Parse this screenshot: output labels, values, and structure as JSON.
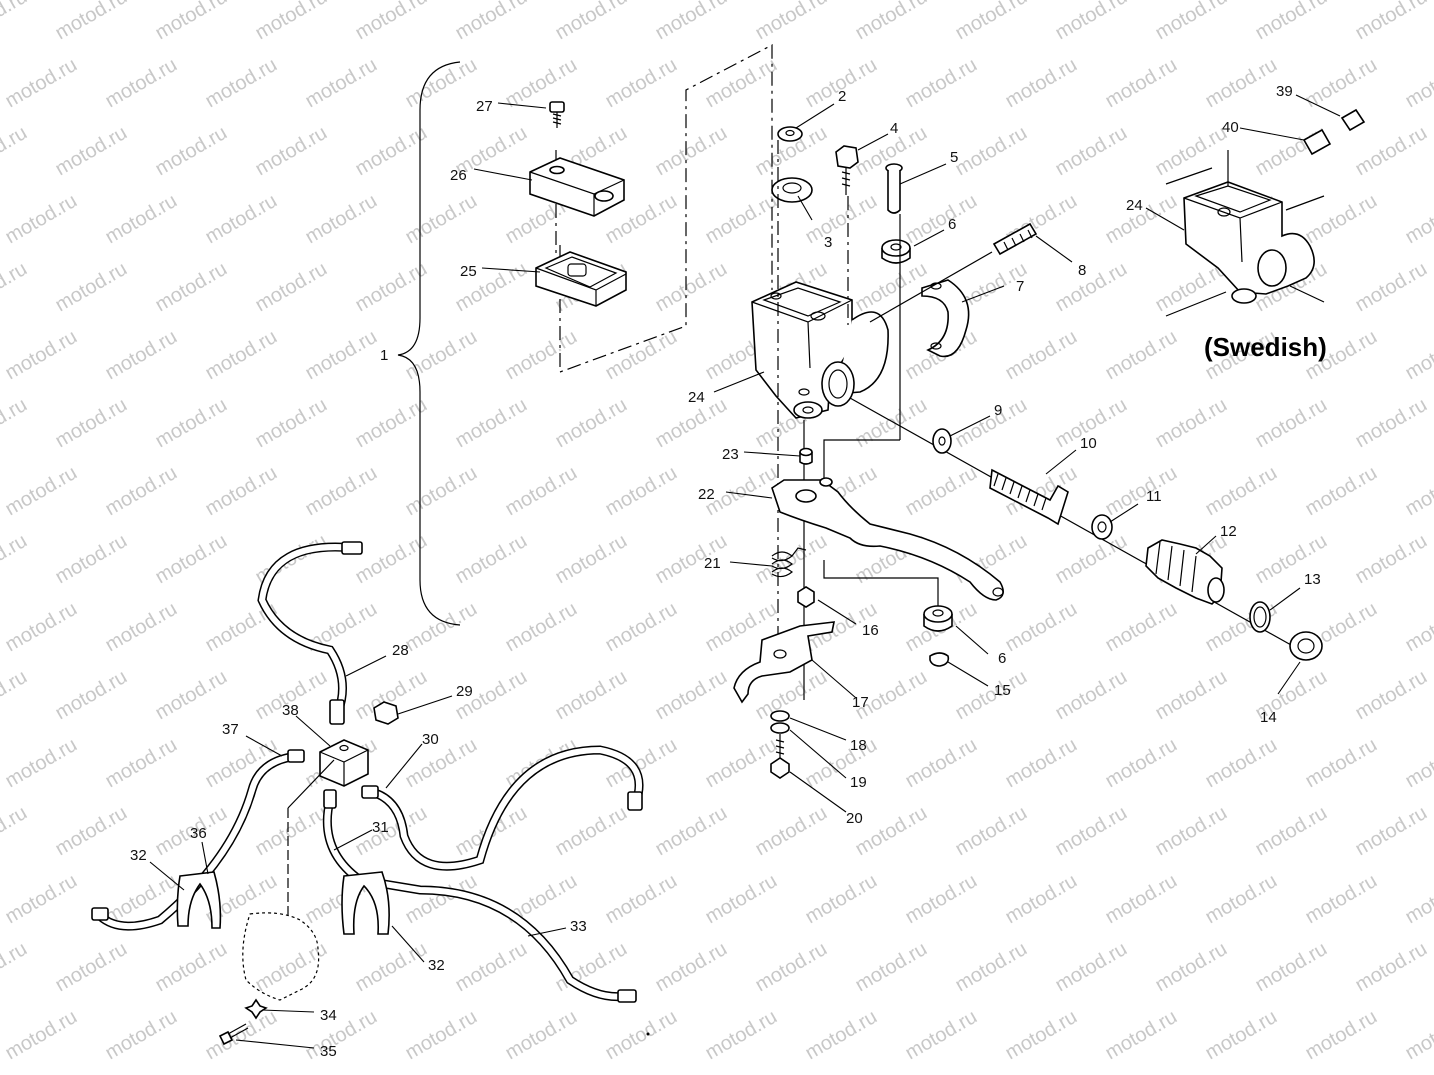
{
  "diagram": {
    "watermark_text": "motod.ru",
    "variant_label": "(Swedish)",
    "callouts": [
      {
        "id": "1",
        "text": "1"
      },
      {
        "id": "2",
        "text": "2"
      },
      {
        "id": "3",
        "text": "3"
      },
      {
        "id": "4",
        "text": "4"
      },
      {
        "id": "5",
        "text": "5"
      },
      {
        "id": "6a",
        "text": "6"
      },
      {
        "id": "6b",
        "text": "6"
      },
      {
        "id": "7",
        "text": "7"
      },
      {
        "id": "8",
        "text": "8"
      },
      {
        "id": "9",
        "text": "9"
      },
      {
        "id": "10",
        "text": "10"
      },
      {
        "id": "11",
        "text": "11"
      },
      {
        "id": "12",
        "text": "12"
      },
      {
        "id": "13",
        "text": "13"
      },
      {
        "id": "14",
        "text": "14"
      },
      {
        "id": "15",
        "text": "15"
      },
      {
        "id": "16",
        "text": "16"
      },
      {
        "id": "17",
        "text": "17"
      },
      {
        "id": "18",
        "text": "18"
      },
      {
        "id": "19",
        "text": "19"
      },
      {
        "id": "20",
        "text": "20"
      },
      {
        "id": "21",
        "text": "21"
      },
      {
        "id": "22",
        "text": "22"
      },
      {
        "id": "23",
        "text": "23"
      },
      {
        "id": "24a",
        "text": "24"
      },
      {
        "id": "24b",
        "text": "24"
      },
      {
        "id": "25",
        "text": "25"
      },
      {
        "id": "26",
        "text": "26"
      },
      {
        "id": "27",
        "text": "27"
      },
      {
        "id": "28",
        "text": "28"
      },
      {
        "id": "29",
        "text": "29"
      },
      {
        "id": "30",
        "text": "30"
      },
      {
        "id": "31",
        "text": "31"
      },
      {
        "id": "32a",
        "text": "32"
      },
      {
        "id": "32b",
        "text": "32"
      },
      {
        "id": "33",
        "text": "33"
      },
      {
        "id": "34",
        "text": "34"
      },
      {
        "id": "35",
        "text": "35"
      },
      {
        "id": "36",
        "text": "36"
      },
      {
        "id": "37",
        "text": "37"
      },
      {
        "id": "38",
        "text": "38"
      },
      {
        "id": "39",
        "text": "39"
      },
      {
        "id": "40",
        "text": "40"
      }
    ]
  }
}
